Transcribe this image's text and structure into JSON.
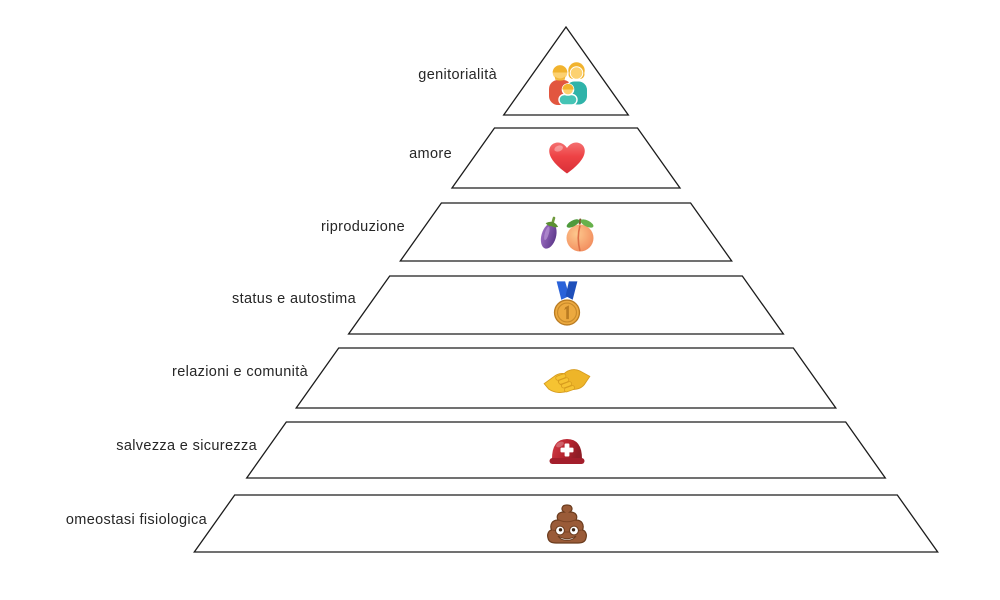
{
  "diagram": {
    "type": "pyramid-hierarchy",
    "levels": [
      {
        "rank": 1,
        "label": "genitorialità",
        "icon": "family-icon",
        "emoji": "👨‍👩‍👦"
      },
      {
        "rank": 2,
        "label": "amore",
        "icon": "red-heart-icon",
        "emoji": "❤️"
      },
      {
        "rank": 3,
        "label": "riproduzione",
        "icon": "eggplant-peach-icon",
        "emoji": "🍆🍑"
      },
      {
        "rank": 4,
        "label": "status e autostima",
        "icon": "gold-medal-icon",
        "emoji": "🥇"
      },
      {
        "rank": 5,
        "label": "relazioni e comunità",
        "icon": "handshake-icon",
        "emoji": "🤝"
      },
      {
        "rank": 6,
        "label": "salvezza e sicurezza",
        "icon": "rescue-helmet-icon",
        "emoji": "⛑️"
      },
      {
        "rank": 7,
        "label": "omeostasi fisiologica",
        "icon": "poop-icon",
        "emoji": "💩"
      }
    ],
    "colors": {
      "background": "#ffffff",
      "shape_fill": "#ffffff",
      "shape_outline": "#1c1c1c",
      "label_text": "#262626"
    }
  }
}
